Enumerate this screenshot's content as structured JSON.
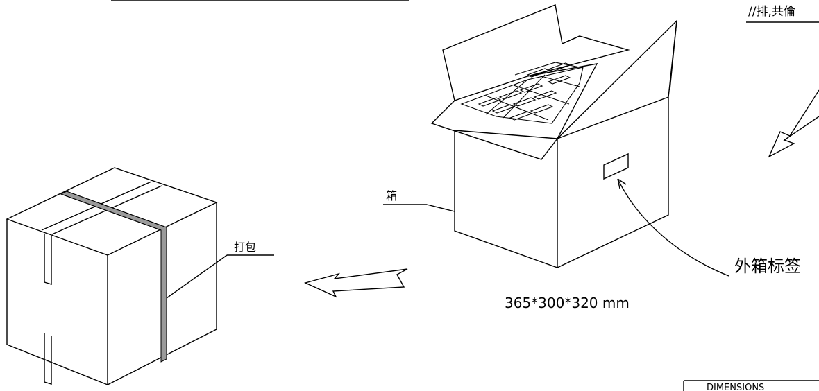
{
  "labels": {
    "top_right_note": "//排,共倫",
    "box": "箱",
    "strapping": "打包",
    "outer_label": "外箱标签",
    "dimensions": "365*300*320",
    "dimensions_unit": "mm",
    "dimensions_header": "DIMENSIONS"
  }
}
